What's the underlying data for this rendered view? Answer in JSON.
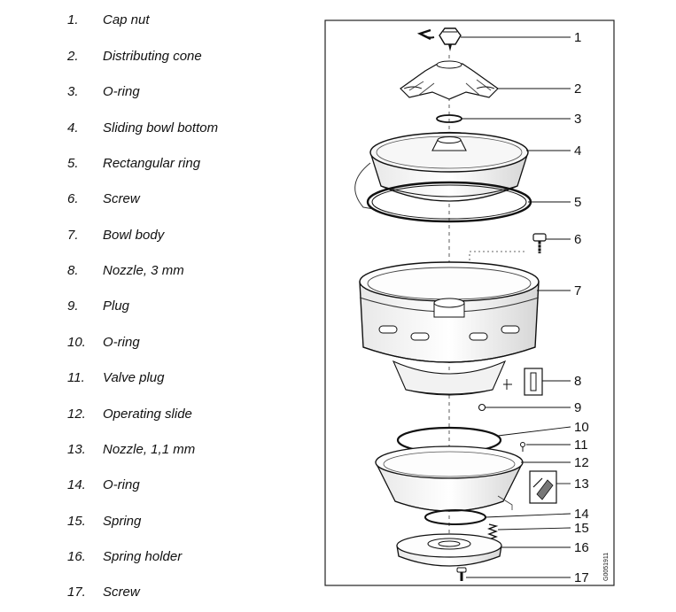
{
  "parts": [
    {
      "num": "1.",
      "name": "Cap nut"
    },
    {
      "num": "2.",
      "name": "Distributing cone"
    },
    {
      "num": "3.",
      "name": "O-ring"
    },
    {
      "num": "4.",
      "name": "Sliding bowl bottom"
    },
    {
      "num": "5.",
      "name": "Rectangular ring"
    },
    {
      "num": "6.",
      "name": "Screw"
    },
    {
      "num": "7.",
      "name": "Bowl body"
    },
    {
      "num": "8.",
      "name": "Nozzle, 3 mm"
    },
    {
      "num": "9.",
      "name": "Plug"
    },
    {
      "num": "10.",
      "name": "O-ring"
    },
    {
      "num": "11.",
      "name": "Valve plug"
    },
    {
      "num": "12.",
      "name": "Operating slide"
    },
    {
      "num": "13.",
      "name": "Nozzle, 1,1 mm"
    },
    {
      "num": "14.",
      "name": "O-ring"
    },
    {
      "num": "15.",
      "name": "Spring"
    },
    {
      "num": "16.",
      "name": "Spring holder"
    },
    {
      "num": "17.",
      "name": "Screw"
    }
  ],
  "callouts": [
    "1",
    "2",
    "3",
    "4",
    "5",
    "6",
    "7",
    "8",
    "9",
    "10",
    "11",
    "12",
    "13",
    "14",
    "15",
    "16",
    "17"
  ],
  "figure_code": "G0051911"
}
